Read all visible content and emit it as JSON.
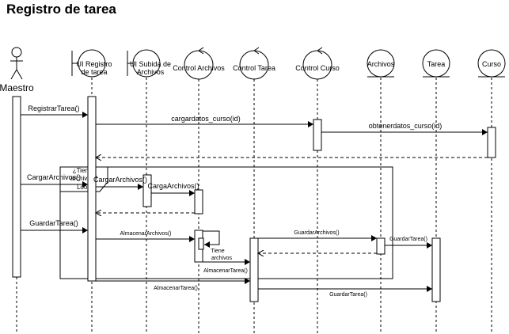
{
  "title": "Registro de tarea",
  "participants": [
    {
      "id": "maestro",
      "label_lines": [
        "Maestro"
      ],
      "kind": "actor"
    },
    {
      "id": "ui_registro",
      "label_lines": [
        "UI Registro",
        "de tarea"
      ],
      "kind": "boundary"
    },
    {
      "id": "ui_subida",
      "label_lines": [
        "UI Subida de",
        "Archivos"
      ],
      "kind": "boundary"
    },
    {
      "id": "control_archivos",
      "label_lines": [
        "Control Archivos"
      ],
      "kind": "control"
    },
    {
      "id": "control_tarea",
      "label_lines": [
        "Control Tarea"
      ],
      "kind": "control"
    },
    {
      "id": "control_curso",
      "label_lines": [
        "Control Curso"
      ],
      "kind": "control"
    },
    {
      "id": "archivos",
      "label_lines": [
        "Archivos"
      ],
      "kind": "entity"
    },
    {
      "id": "tarea",
      "label_lines": [
        "Tarea"
      ],
      "kind": "entity"
    },
    {
      "id": "curso",
      "label_lines": [
        "Curso"
      ],
      "kind": "entity"
    }
  ],
  "messages": [
    {
      "id": "m1",
      "label": "RegistrarTarea()",
      "from": "maestro",
      "to": "ui_registro",
      "kind": "call"
    },
    {
      "id": "m2",
      "label": "cargardatos_curso(id)",
      "from": "ui_registro",
      "to": "control_curso",
      "kind": "call"
    },
    {
      "id": "m3",
      "label": "obtenerdatos_curso(id)",
      "from": "control_curso",
      "to": "curso",
      "kind": "call"
    },
    {
      "id": "m4",
      "label": "",
      "from": "curso",
      "to": "ui_registro",
      "kind": "return"
    },
    {
      "id": "m5",
      "label": "CargarArchivos()",
      "from": "maestro",
      "to": "ui_registro",
      "kind": "call"
    },
    {
      "id": "m6",
      "label": "CargarArchivos()",
      "from": "ui_registro",
      "to": "ui_subida",
      "kind": "call"
    },
    {
      "id": "m7",
      "label": "CargaArchivos()",
      "from": "ui_subida",
      "to": "control_archivos",
      "kind": "call"
    },
    {
      "id": "m8",
      "label": "",
      "from": "control_archivos",
      "to": "ui_registro",
      "kind": "return"
    },
    {
      "id": "m9",
      "label": "GuardarTarea()",
      "from": "maestro",
      "to": "ui_registro",
      "kind": "call"
    },
    {
      "id": "m10",
      "label": "AlmacenarArchivos()",
      "from": "ui_registro",
      "to": "control_archivos",
      "kind": "call"
    },
    {
      "id": "m11",
      "label": "GuardarArchivos()",
      "from": "control_tarea",
      "to": "archivos",
      "kind": "call"
    },
    {
      "id": "m12",
      "label": "GuardarTarea()",
      "from": "archivos",
      "to": "tarea",
      "kind": "call"
    },
    {
      "id": "m13",
      "label": "",
      "from": "archivos",
      "to": "control_tarea",
      "kind": "return"
    },
    {
      "id": "m14",
      "label_lines": [
        "Tiene",
        "archivos"
      ],
      "from": "control_archivos",
      "to": "control_archivos",
      "kind": "self"
    },
    {
      "id": "m15",
      "label": "AlmacenarTarea()",
      "from": "control_archivos",
      "to": "control_tarea",
      "kind": "call"
    },
    {
      "id": "m16",
      "label": "AlmacenarTarea()",
      "from": "ui_registro",
      "to": "control_tarea",
      "kind": "call"
    },
    {
      "id": "m17",
      "label": "GuardarTarea()",
      "from": "control_tarea",
      "to": "tarea",
      "kind": "call"
    }
  ],
  "fragment": {
    "operator": "Loop",
    "guard_lines": [
      "¿Tiene",
      "archivos?"
    ]
  }
}
